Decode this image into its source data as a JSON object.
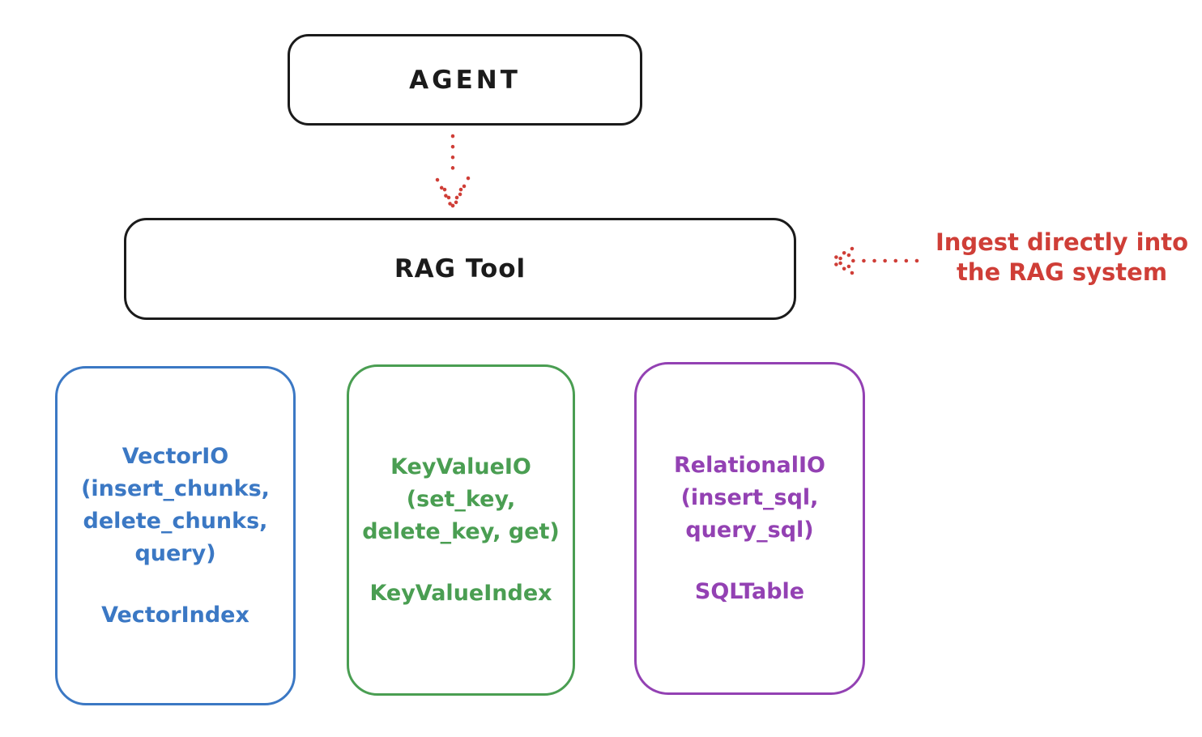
{
  "colors": {
    "ink": "#1b1b1b",
    "red": "#cf3e37",
    "blue": "#3b78c4",
    "green": "#4a9e52",
    "purple": "#9341b3",
    "background": "#ffffff"
  },
  "agent_box": {
    "label": "AGENT"
  },
  "rag_box": {
    "label": "RAG Tool"
  },
  "annotation": {
    "lines": [
      "Ingest directly into",
      "the RAG system"
    ]
  },
  "arrows": [
    {
      "name": "agent-to-rag",
      "style": "dotted",
      "color": "#cf3e37",
      "direction": "down"
    },
    {
      "name": "ingest-into-rag",
      "style": "dotted",
      "color": "#cf3e37",
      "direction": "left"
    }
  ],
  "io_boxes": [
    {
      "name": "vector-io",
      "color": "#3b78c4",
      "lines": [
        "VectorIO",
        "(insert_chunks,",
        "delete_chunks,",
        "query)"
      ],
      "index_label": "VectorIndex"
    },
    {
      "name": "keyvalue-io",
      "color": "#4a9e52",
      "lines": [
        "KeyValueIO",
        "(set_key,",
        "delete_key, get)"
      ],
      "index_label": "KeyValueIndex"
    },
    {
      "name": "relational-io",
      "color": "#9341b3",
      "lines": [
        "RelationalIO",
        "(insert_sql,",
        "query_sql)"
      ],
      "index_label": "SQLTable"
    }
  ]
}
